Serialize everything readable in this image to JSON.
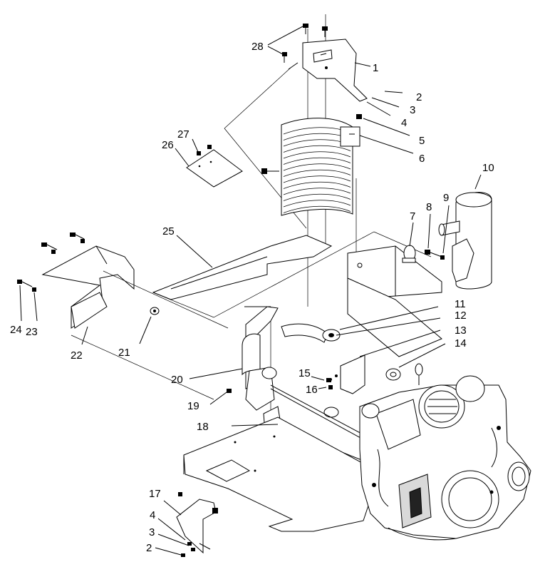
{
  "diagram": {
    "labels": [
      {
        "key": "l1",
        "text": "1"
      },
      {
        "key": "l2a",
        "text": "2"
      },
      {
        "key": "l3a",
        "text": "3"
      },
      {
        "key": "l4a",
        "text": "4"
      },
      {
        "key": "l5",
        "text": "5"
      },
      {
        "key": "l6",
        "text": "6"
      },
      {
        "key": "l7",
        "text": "7"
      },
      {
        "key": "l8",
        "text": "8"
      },
      {
        "key": "l9",
        "text": "9"
      },
      {
        "key": "l10",
        "text": "10"
      },
      {
        "key": "l11",
        "text": "11"
      },
      {
        "key": "l12",
        "text": "12"
      },
      {
        "key": "l13",
        "text": "13"
      },
      {
        "key": "l14",
        "text": "14"
      },
      {
        "key": "l15",
        "text": "15"
      },
      {
        "key": "l16",
        "text": "16"
      },
      {
        "key": "l17",
        "text": "17"
      },
      {
        "key": "l4b",
        "text": "4"
      },
      {
        "key": "l3b",
        "text": "3"
      },
      {
        "key": "l2b",
        "text": "2"
      },
      {
        "key": "l18",
        "text": "18"
      },
      {
        "key": "l19",
        "text": "19"
      },
      {
        "key": "l20",
        "text": "20"
      },
      {
        "key": "l21",
        "text": "21"
      },
      {
        "key": "l22",
        "text": "22"
      },
      {
        "key": "l23",
        "text": "23"
      },
      {
        "key": "l24",
        "text": "24"
      },
      {
        "key": "l25",
        "text": "25"
      },
      {
        "key": "l26",
        "text": "26"
      },
      {
        "key": "l27",
        "text": "27"
      },
      {
        "key": "l28",
        "text": "28"
      }
    ]
  }
}
